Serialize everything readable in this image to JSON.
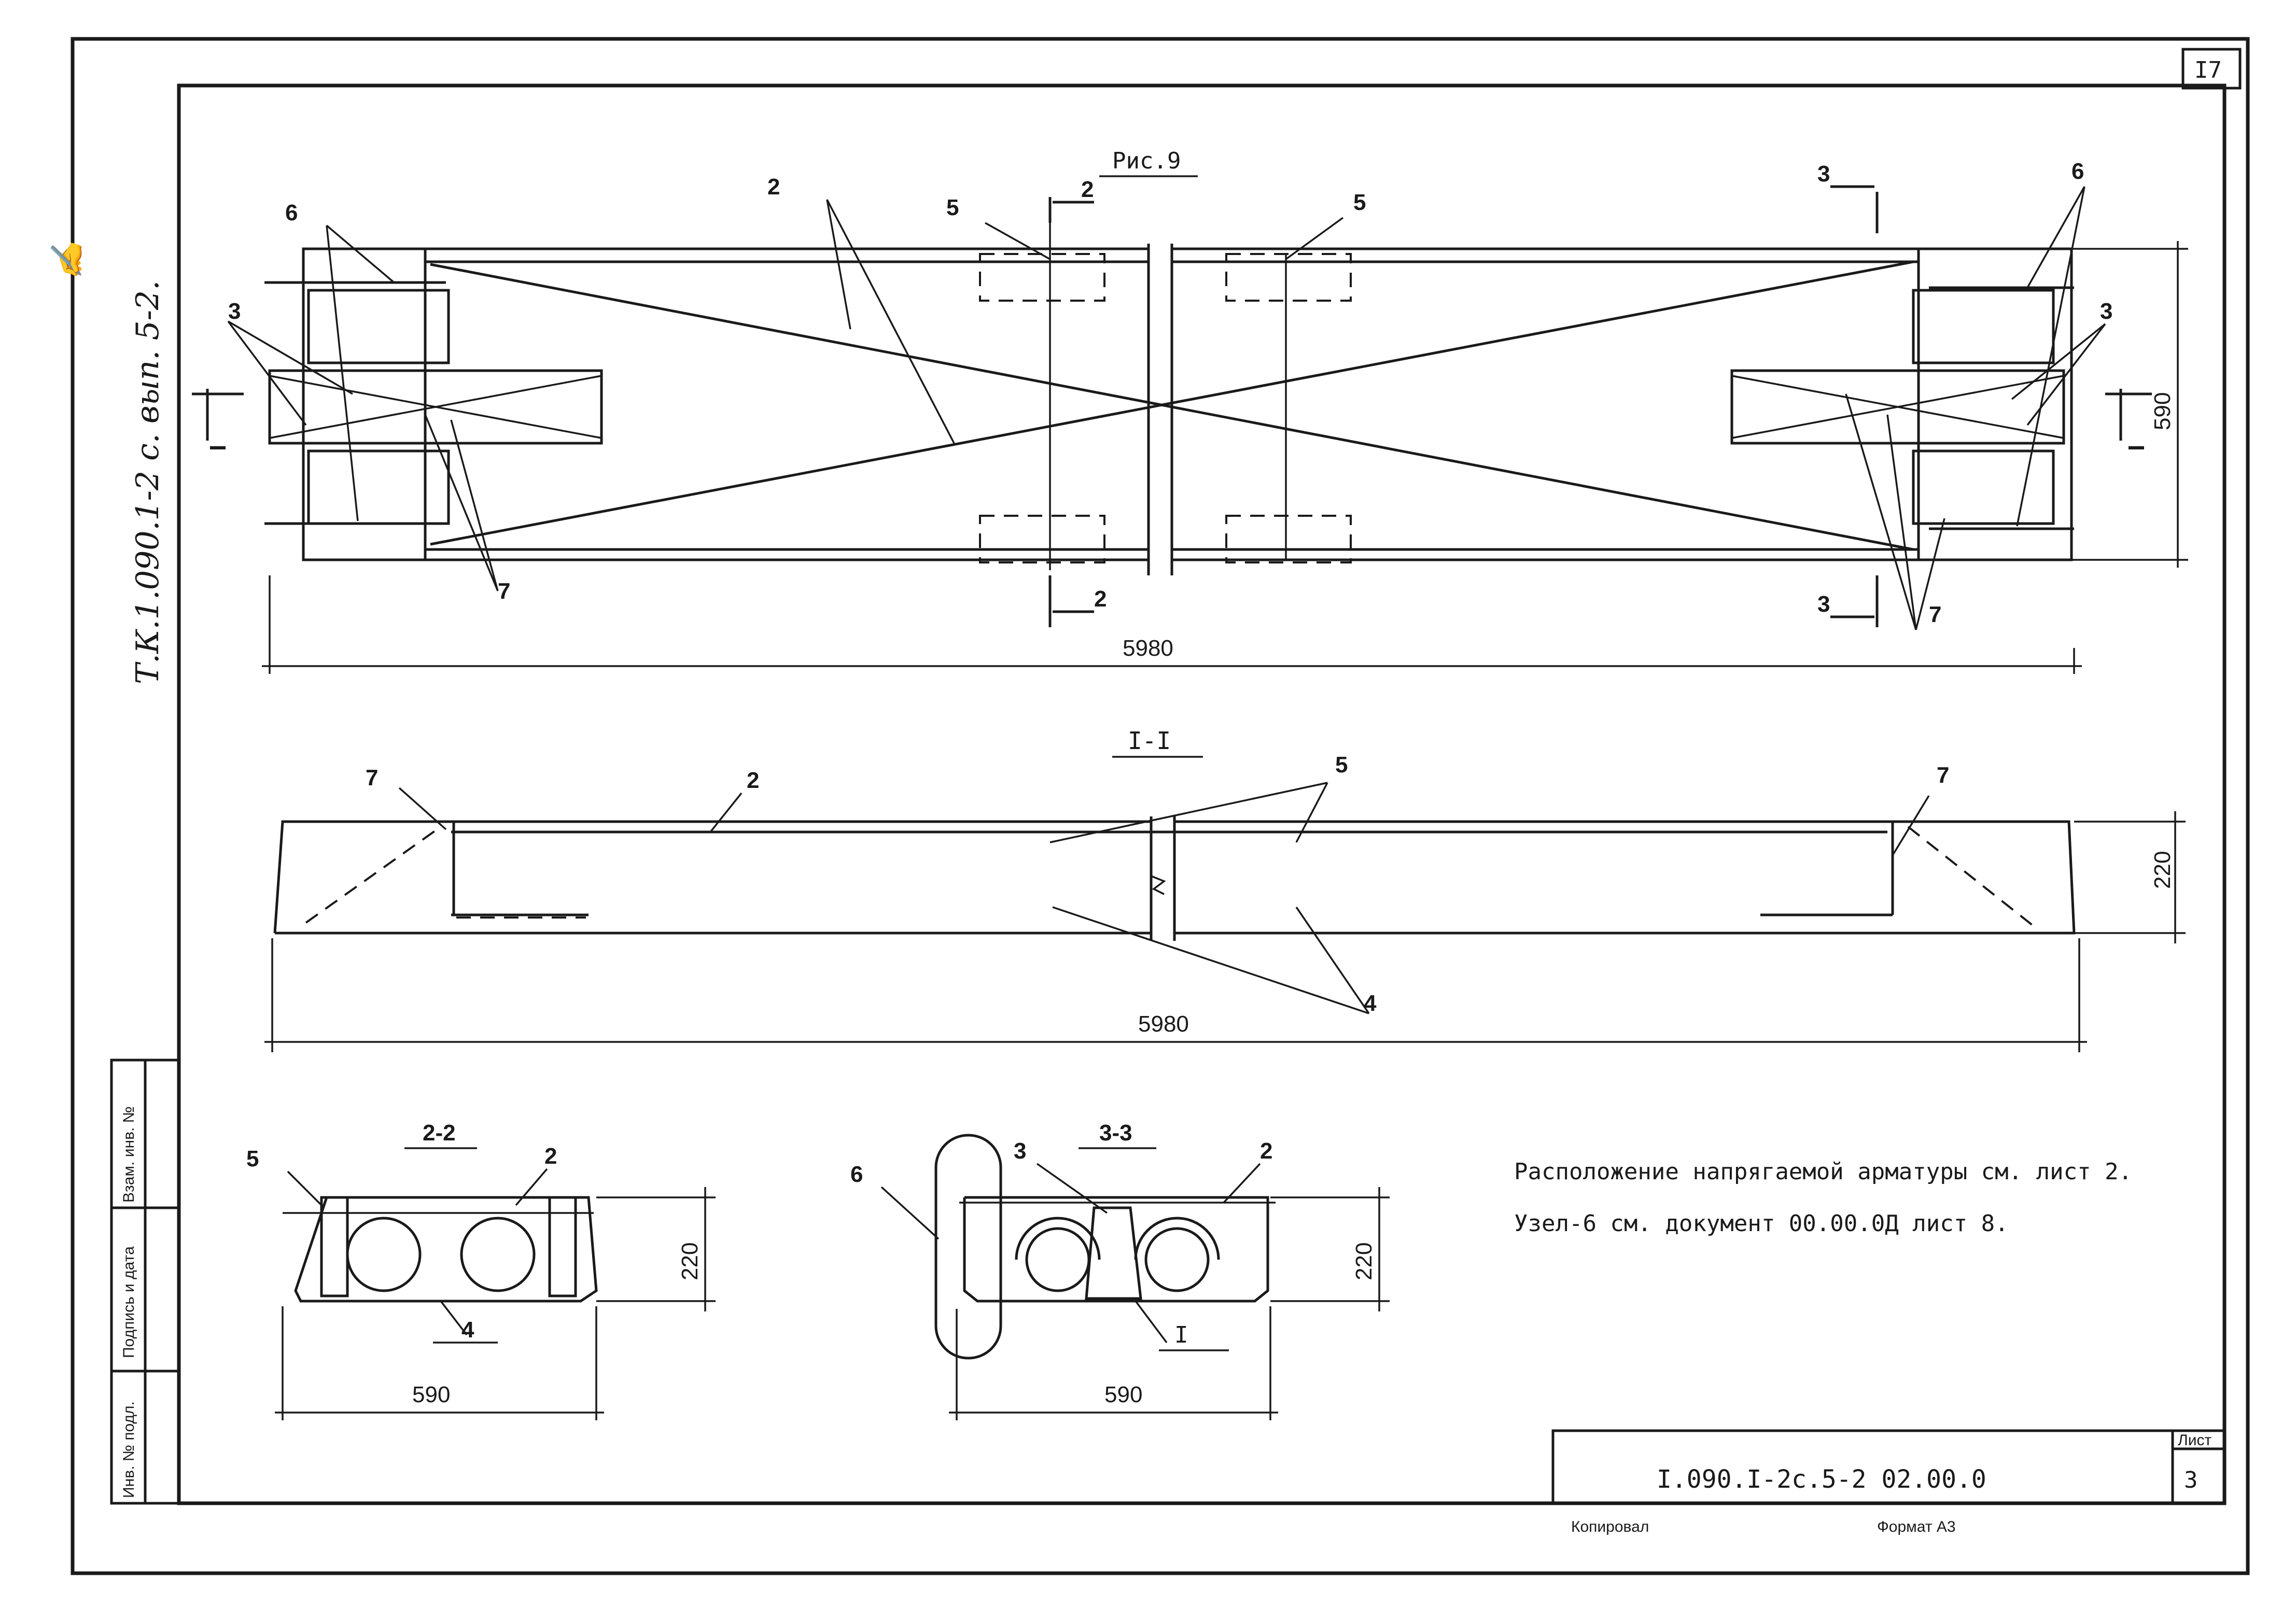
{
  "sheet": {
    "page_number": "I7",
    "sheet_label": "Лист",
    "sheet_number": "3",
    "doc_code": "I.090.I-2c.5-2  02.00.0",
    "copied_label": "Копировал",
    "format_label": "Формат А3",
    "side_stamp": [
      "Инв. № подл.",
      "Подпись и дата",
      "Взам. инв. №"
    ],
    "handwritten_code": "Т.К.1.090.1-2 с. вып. 5-2."
  },
  "plan_view": {
    "title": "Рис.9",
    "dimension_length": "5980",
    "dimension_width": "590",
    "section_marks": [
      "2",
      "2",
      "3",
      "3",
      "I",
      "I"
    ],
    "callouts": [
      "2",
      "3",
      "3",
      "5",
      "5",
      "6",
      "6",
      "7",
      "7"
    ]
  },
  "section_1_1": {
    "title": "I-I",
    "dimension_length": "5980",
    "dimension_height": "220",
    "callouts": [
      "7",
      "2",
      "5",
      "7",
      "4"
    ]
  },
  "section_2_2": {
    "title": "2-2",
    "dimension_width": "590",
    "dimension_height": "220",
    "callouts": [
      "5",
      "2",
      "4"
    ]
  },
  "section_3_3": {
    "title": "3-3",
    "dimension_width": "590",
    "dimension_height": "220",
    "callouts": [
      "6",
      "3",
      "2",
      "I"
    ]
  },
  "notes": [
    "Расположение напрягаемой арматуры см. лист 2.",
    "Узел-6 см. документ 00.00.0Д лист 8."
  ]
}
